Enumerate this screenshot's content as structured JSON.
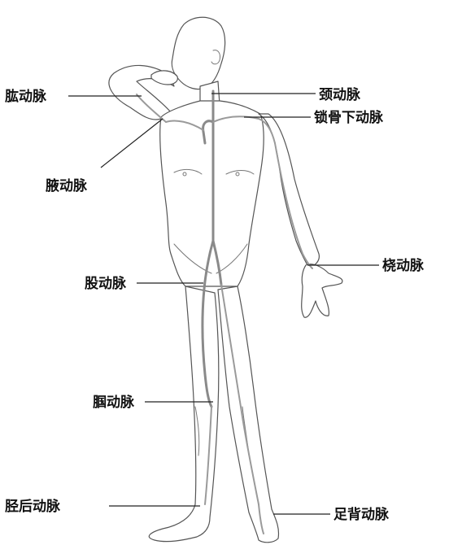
{
  "labels": {
    "brachial": "肱动脉",
    "carotid": "颈动脉",
    "subclavian": "锁骨下动脉",
    "axillary": "腋动脉",
    "radial": "桡动脉",
    "femoral": "股动脉",
    "popliteal": "腘动脉",
    "posterior_tibial": "胫后动脉",
    "dorsalis_pedis": "足背动脉"
  }
}
